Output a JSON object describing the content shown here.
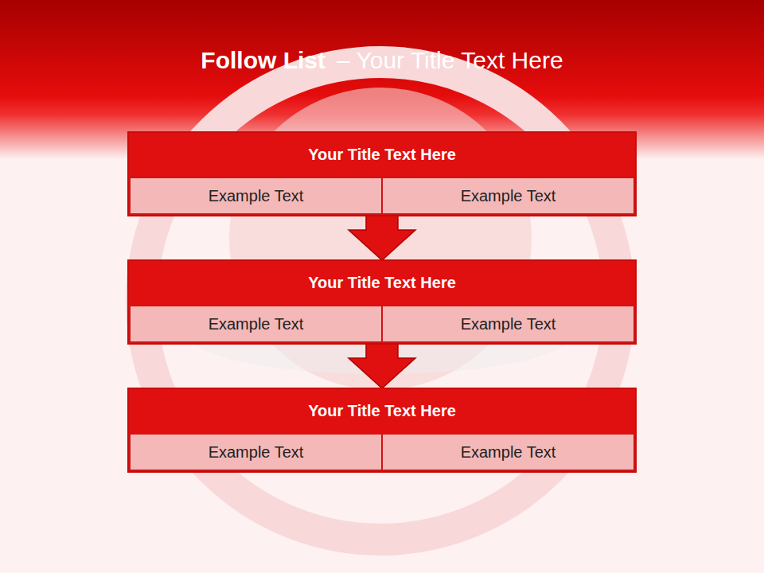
{
  "diagram": {
    "title": "Follow List",
    "nodes": [
      {
        "text": [
          "Your Title Text Here"
        ]
      },
      {
        "text": [
          "Example Text"
        ],
        "in": 0
      },
      {
        "text": [
          "Example Text"
        ],
        "in": 0
      },
      {
        "text": [
          "Your Title Text Here"
        ]
      },
      {
        "text": [
          "Example Text"
        ],
        "in": 3
      },
      {
        "text": [
          "Example Text"
        ],
        "in": 3
      },
      {
        "text": [
          "Your Title Text Here"
        ]
      },
      {
        "text": [
          "Example Text"
        ],
        "in": 6
      },
      {
        "text": [
          "Example Text"
        ],
        "in": 6
      }
    ],
    "edges": [
      {
        "from": 0,
        "to": 3,
        "arrow": "to"
      },
      {
        "from": 3,
        "to": 6,
        "arrow": "to"
      }
    ],
    "labels": [
      "– Your Title Text Here"
    ]
  }
}
